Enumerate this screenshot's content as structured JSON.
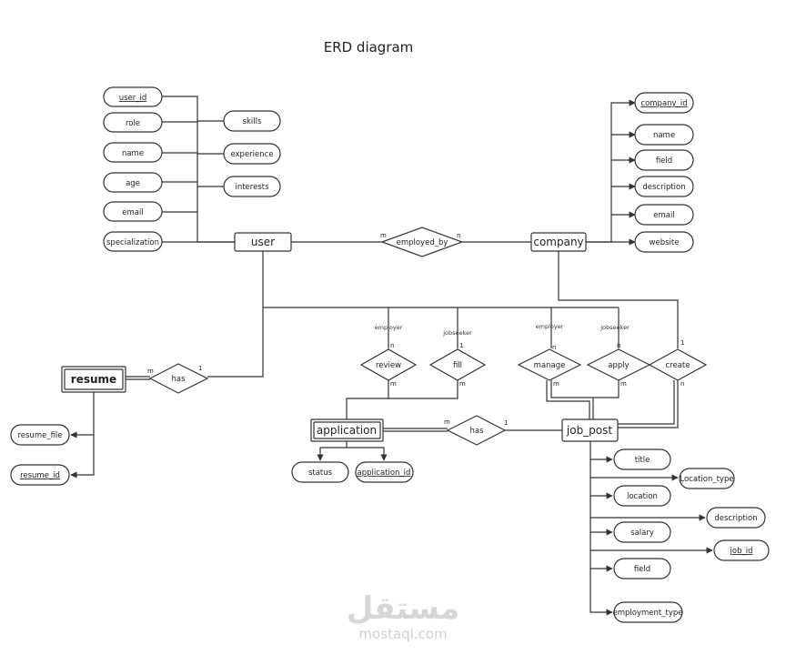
{
  "title": "ERD diagram",
  "entities": {
    "user": "user",
    "company": "company",
    "resume": "resume",
    "application": "application",
    "job_post": "job_post"
  },
  "attributes": {
    "user": [
      "user_id",
      "role",
      "name",
      "age",
      "email",
      "specialization",
      "skills",
      "experience",
      "interests"
    ],
    "company": [
      "company_id",
      "name",
      "field",
      "description",
      "email",
      "website"
    ],
    "resume": [
      "resume_file",
      "resume_id"
    ],
    "application": [
      "status",
      "application_id"
    ],
    "job_post": [
      "title",
      "Location_type",
      "location",
      "description",
      "salary",
      "job_id",
      "field",
      "employment_type"
    ]
  },
  "relationships": {
    "employed_by": "employed_by",
    "has_resume": "has",
    "review": "review",
    "fill": "fill",
    "manage": "manage",
    "apply": "apply",
    "create": "create",
    "has_application": "has"
  },
  "roles": {
    "employer_1": "employer",
    "jobseeker_1": "jobseeker",
    "employer_2": "employer",
    "jobseeker_2": "jobseeker"
  },
  "cardinalities": {
    "employed_by_m": "m",
    "employed_by_n": "n",
    "resume_m": "m",
    "resume_1": "1",
    "review_n": "n",
    "review_m": "m",
    "fill_1": "1",
    "fill_m": "m",
    "manage_n": "n",
    "manage_m": "m",
    "apply_n": "n",
    "apply_m": "m",
    "create_1": "1",
    "create_n": "n",
    "application_m": "m",
    "application_1": "1"
  },
  "watermark": {
    "arabic": "مستقل",
    "latin": "mostaql.com"
  }
}
